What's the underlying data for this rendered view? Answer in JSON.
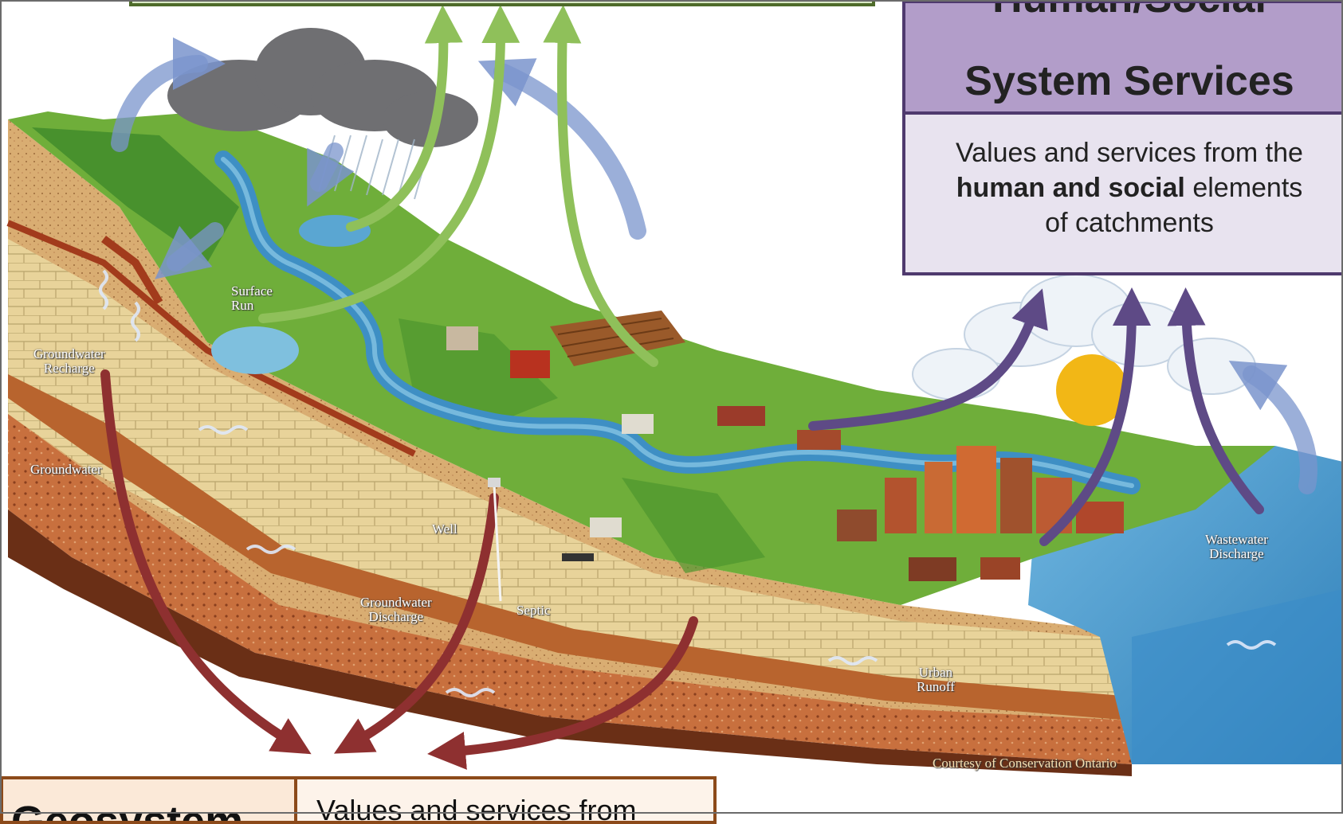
{
  "human_box": {
    "title_line1": "Human/Social",
    "title_line2": "System Services",
    "desc_line1": "Values and services from the",
    "desc_bold": "human and social",
    "desc_rest": "elements",
    "desc_line3": "of catchments"
  },
  "geo_box": {
    "title": "Geosystem",
    "desc": "Values and services from"
  },
  "labels": {
    "surface_runoff_1": "Surface",
    "surface_runoff_2": "Run",
    "groundwater_recharge_1": "Groundwater",
    "groundwater_recharge_2": "Recharge",
    "groundwater": "Groundwater",
    "well": "Well",
    "groundwater_discharge_1": "Groundwater",
    "groundwater_discharge_2": "Discharge",
    "septic": "Septic",
    "urban_runoff_1": "Urban",
    "urban_runoff_2": "Runoff",
    "wastewater_1": "Wastewater",
    "wastewater_2": "Discharge",
    "credit": "Courtesy of Conservation Ontario"
  },
  "colors": {
    "eco_arrow": "#8fc05a",
    "human_arrow": "#5e4a86",
    "geo_arrow": "#8e3030",
    "water_arrow": "#6a86c4",
    "human_box_fill": "#b29dc9",
    "geo_box_border": "#8c4a1a"
  }
}
